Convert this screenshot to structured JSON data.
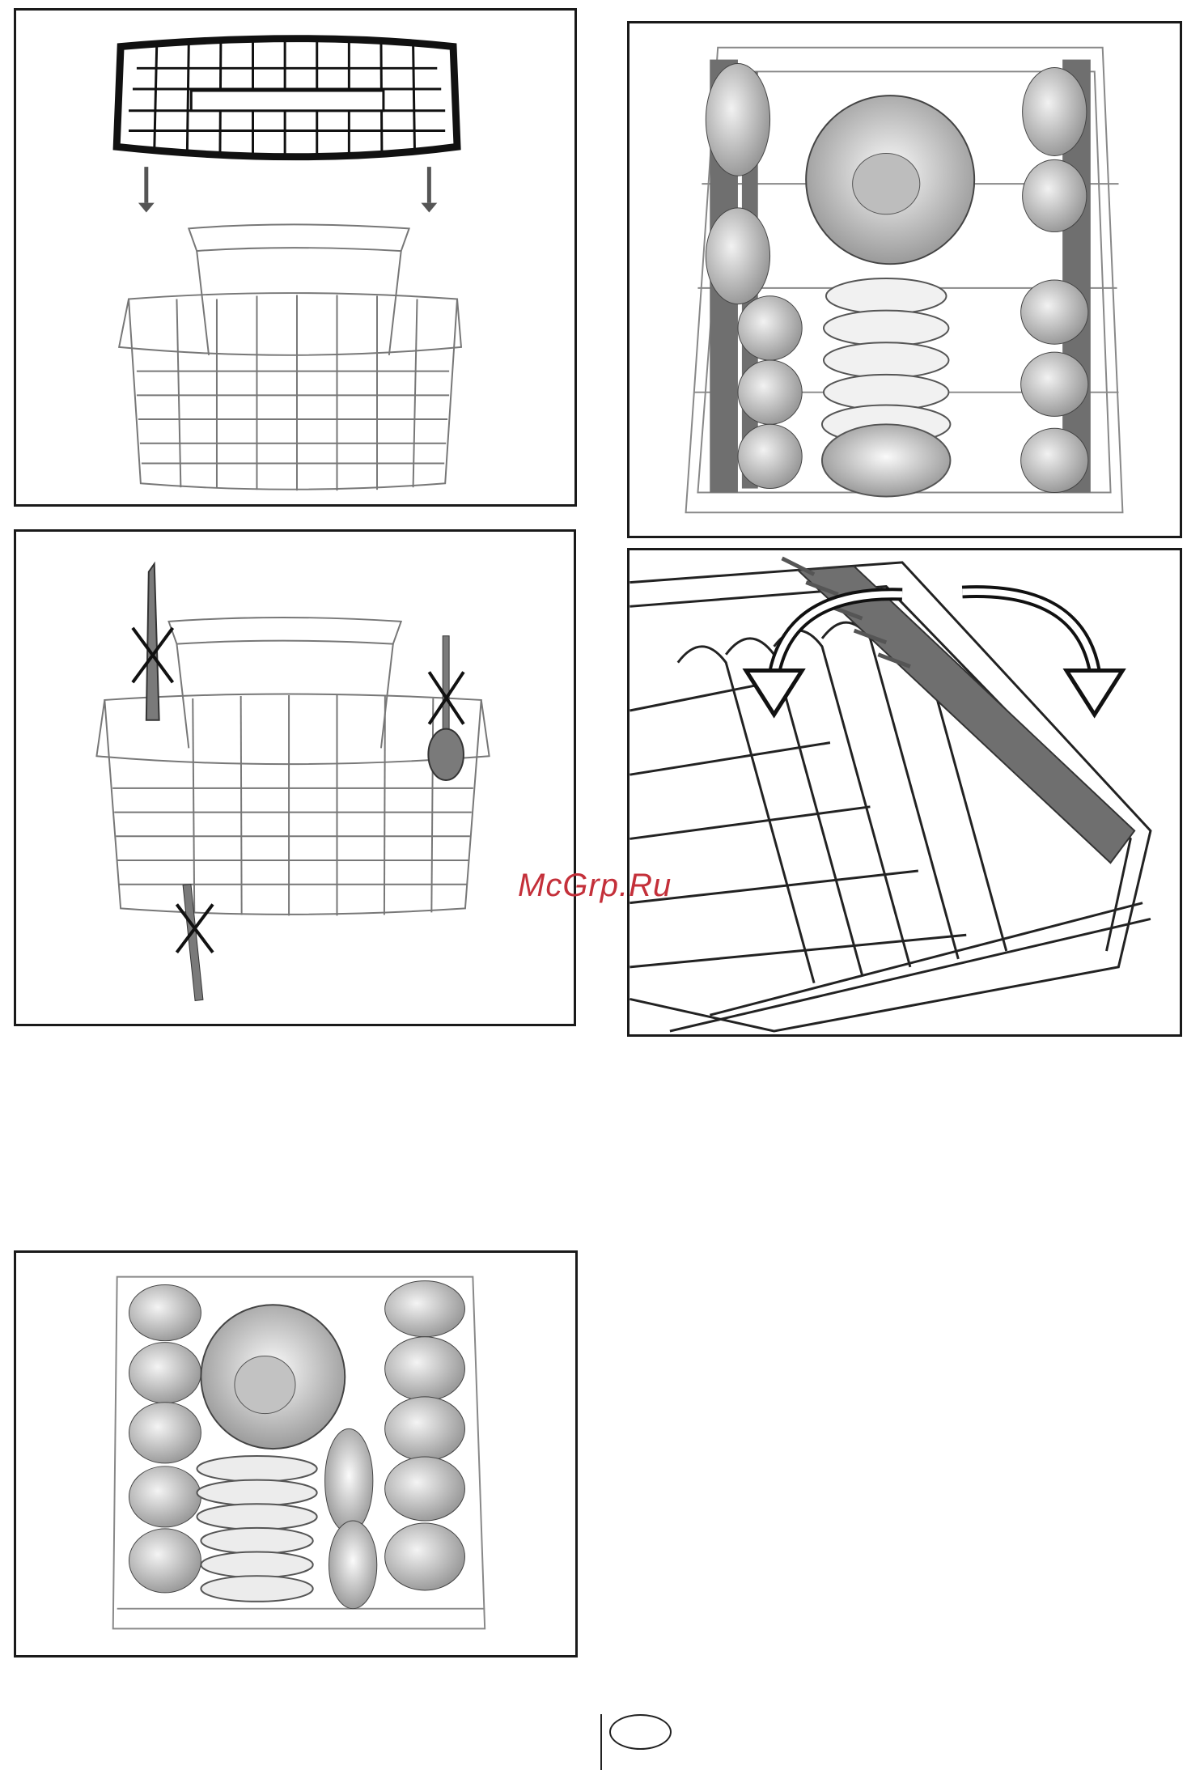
{
  "watermark": {
    "text": "McGrp.Ru",
    "color": "#c4303a"
  },
  "figures": [
    {
      "id": "fig-cutlery-basket-grid-insert",
      "icons": [
        "down-arrow-icon",
        "down-arrow-icon"
      ]
    },
    {
      "id": "fig-cutlery-basket-incorrect-placement",
      "icons": [
        "cross-mark-icon",
        "cross-mark-icon",
        "cross-mark-icon"
      ]
    },
    {
      "id": "fig-upper-rack-loaded-top-view"
    },
    {
      "id": "fig-foldable-plate-rack",
      "icons": [
        "curved-arrow-left-icon",
        "curved-arrow-right-icon"
      ]
    },
    {
      "id": "fig-lower-rack-loaded-top-view"
    }
  ],
  "colors": {
    "border": "#1a1a1a",
    "rack-gray": "#6f6f6f",
    "watermark": "#c4303a"
  }
}
